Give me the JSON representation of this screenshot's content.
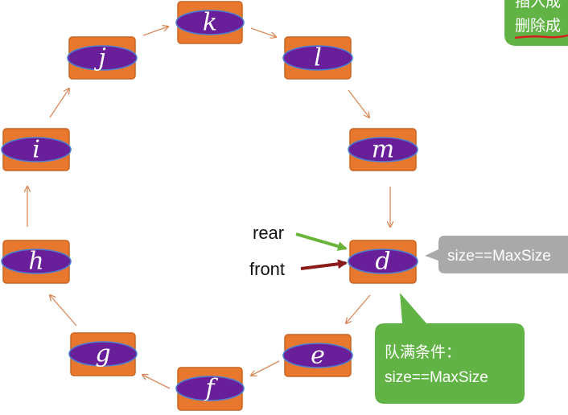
{
  "nodes": [
    {
      "id": "k",
      "label": "k"
    },
    {
      "id": "l",
      "label": "l"
    },
    {
      "id": "m",
      "label": "m"
    },
    {
      "id": "d",
      "label": "d"
    },
    {
      "id": "e",
      "label": "e"
    },
    {
      "id": "f",
      "label": "f"
    },
    {
      "id": "g",
      "label": "g"
    },
    {
      "id": "h",
      "label": "h"
    },
    {
      "id": "i",
      "label": "i"
    },
    {
      "id": "j",
      "label": "j"
    }
  ],
  "pointers": {
    "rear": {
      "label": "rear",
      "color": "#6ab43a"
    },
    "front": {
      "label": "front",
      "color": "#8b1a1a"
    }
  },
  "size_callout": {
    "text": "size==MaxSize",
    "color": "#a9a9a9"
  },
  "full_condition_callout": {
    "line1": "队满条件：",
    "line2": "size==MaxSize",
    "color": "#62b346"
  },
  "corner_note": {
    "line1": "插入成",
    "line2": "删除成",
    "color": "#62b346"
  },
  "colors": {
    "node_fill": "#e8782e",
    "ellipse_fill": "#6a1f9a",
    "ring_arrow": "#d98a5a"
  }
}
